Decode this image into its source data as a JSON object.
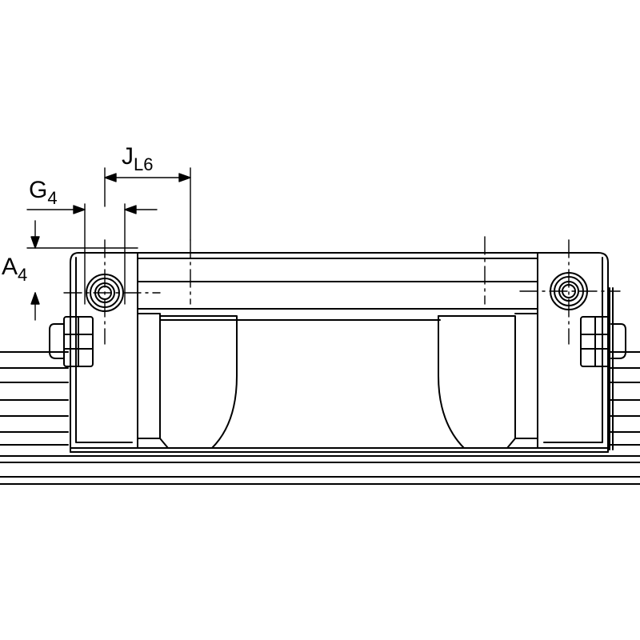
{
  "labels": {
    "j_l6": {
      "main": "J",
      "sub": "L6"
    },
    "g4": {
      "main": "G",
      "sub": "4"
    },
    "a4": {
      "main": "A",
      "sub": "4"
    }
  }
}
